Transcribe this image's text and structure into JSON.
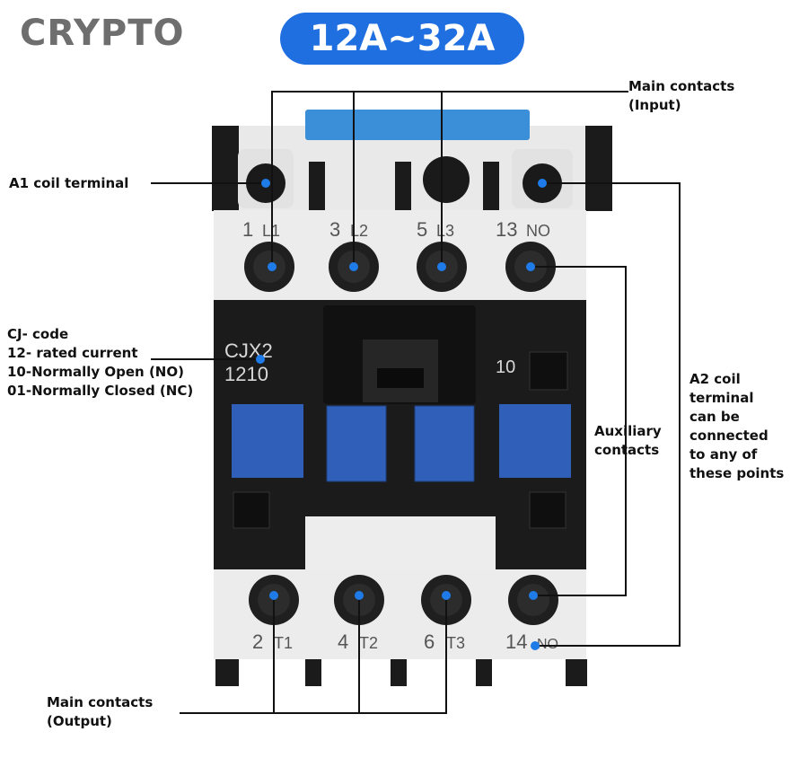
{
  "brand": "CRYPTO",
  "range_badge": "12A~32A",
  "callouts": {
    "main_input": [
      "Main contacts",
      "(Input)"
    ],
    "a1_coil": [
      "A1 coil terminal"
    ],
    "code": [
      "CJ- code",
      "12- rated current",
      "10-Normally Open (NO)",
      "01-Normally Closed (NC)"
    ],
    "auxiliary": [
      "Auxiliary",
      "contacts"
    ],
    "a2_coil": [
      "A2 coil",
      "terminal",
      "can be",
      "connected",
      "to any of",
      "these points"
    ],
    "main_output": [
      "Main contacts",
      " (Output)"
    ]
  },
  "device": {
    "model": "CJX2",
    "model_code": "1210",
    "aux_code": "10",
    "top_labels": [
      {
        "num": "1",
        "tag": "L1"
      },
      {
        "num": "3",
        "tag": "L2"
      },
      {
        "num": "5",
        "tag": "L3"
      },
      {
        "num": "13",
        "tag": "NO"
      }
    ],
    "bottom_labels": [
      {
        "num": "2",
        "tag": "T1"
      },
      {
        "num": "4",
        "tag": "T2"
      },
      {
        "num": "6",
        "tag": "T3"
      },
      {
        "num": "14",
        "tag": "NO"
      }
    ]
  },
  "colors": {
    "accent": "#1f6fe0",
    "dot": "#1e7be8",
    "body": "#1b1b1b",
    "housing": "#e9e9e9",
    "blue_block": "#2f5fb8"
  }
}
